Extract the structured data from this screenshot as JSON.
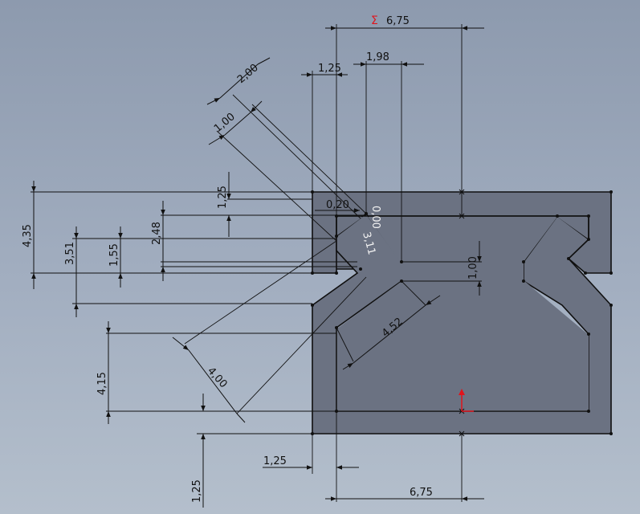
{
  "title": "",
  "dimensions": {
    "top_sum": {
      "symbol": "Σ",
      "value": "6,75"
    },
    "top_a": "1,25",
    "top_b": "1,98",
    "diag_outer": "2,00",
    "diag_inner": "1,00",
    "left_435": "4,35",
    "left_351": "3,51",
    "left_155": "1,55",
    "left_248": "2,48",
    "left_125v": "1,25",
    "small_020": "0,20",
    "small_000": "0,00",
    "small_311": "3,11",
    "right_100": "1,00",
    "diag_452": "4,52",
    "diag_400": "4,00",
    "left_415": "4,15",
    "bottom_125h": "1,25",
    "bottom_125v": "1,25",
    "bottom_675": "6,75"
  },
  "colors": {
    "background_top": "#8d9aae",
    "background_bottom": "#b4bfcc",
    "profile_fill": "#6b7282",
    "sigma": "#e0141c",
    "origin_y": "#e0141c"
  }
}
